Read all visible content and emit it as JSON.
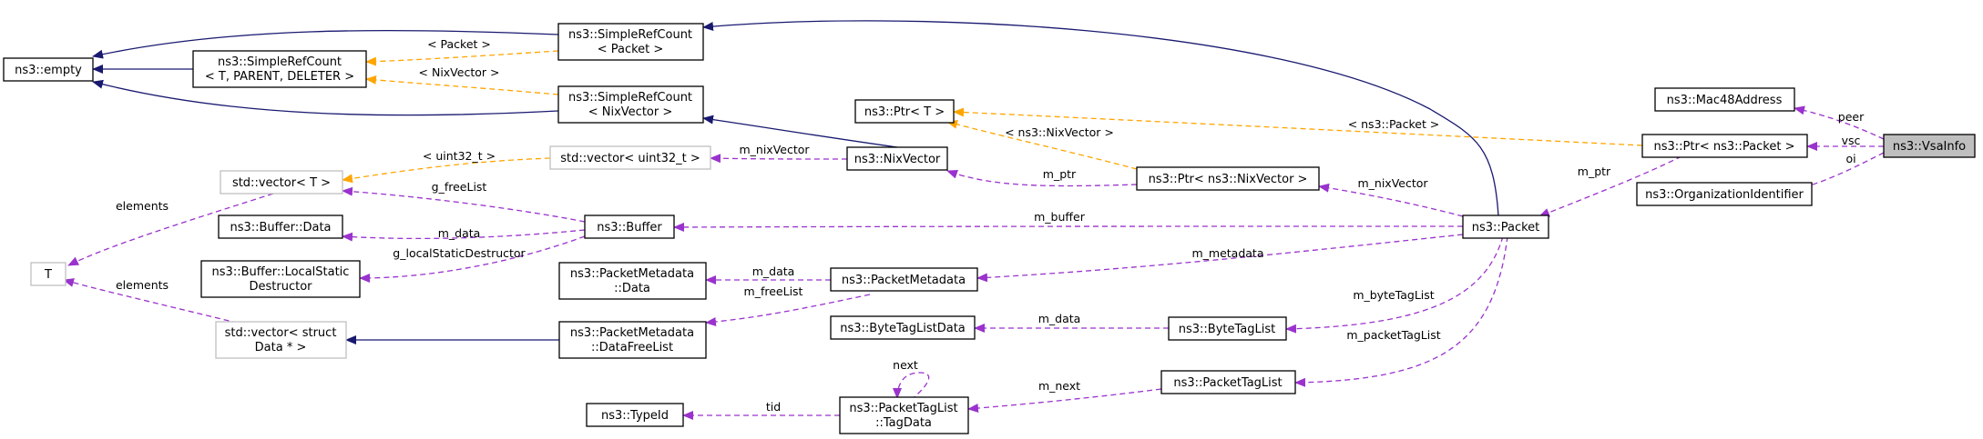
{
  "nodes": {
    "ns3_empty": "ns3::empty",
    "simplerefcount_tpd": [
      "ns3::SimpleRefCount",
      "< T, PARENT, DELETER >"
    ],
    "simplerefcount_packet": [
      "ns3::SimpleRefCount",
      "< Packet >"
    ],
    "simplerefcount_nixvector": [
      "ns3::SimpleRefCount",
      "< NixVector >"
    ],
    "std_vector_uint32": "std::vector< uint32_t >",
    "ns3_nixvector": "ns3::NixVector",
    "ns3_ptr_t": "ns3::Ptr< T >",
    "ns3_ptr_nixvector": "ns3::Ptr< ns3::NixVector >",
    "std_vector_t": "std::vector< T >",
    "t_param": "T",
    "ns3_buffer": "ns3::Buffer",
    "ns3_buffer_data": "ns3::Buffer::Data",
    "ns3_buffer_localstatic": [
      "ns3::Buffer::LocalStatic",
      "Destructor"
    ],
    "std_vector_struct_data": [
      "std::vector< struct",
      "Data * >"
    ],
    "ns3_packetmetadata_data": [
      "ns3::PacketMetadata",
      "::Data"
    ],
    "ns3_packetmetadata": "ns3::PacketMetadata",
    "ns3_packetmetadata_datafreelist": [
      "ns3::PacketMetadata",
      "::DataFreeList"
    ],
    "ns3_bytetaglistdata": "ns3::ByteTagListData",
    "ns3_bytetaglist": "ns3::ByteTagList",
    "ns3_typeid": "ns3::TypeId",
    "ns3_packettaglist_tagdata": [
      "ns3::PacketTagList",
      "::TagData"
    ],
    "ns3_packettaglist": "ns3::PacketTagList",
    "ns3_packet": "ns3::Packet",
    "ns3_ptr_packet": "ns3::Ptr< ns3::Packet >",
    "ns3_mac48address": "ns3::Mac48Address",
    "ns3_organizationidentifier": "ns3::OrganizationIdentifier",
    "ns3_vsainfo": "ns3::VsaInfo"
  },
  "edge_labels": {
    "packet_template": "< Packet >",
    "nixvector_template": "< NixVector >",
    "uint32_template": "< uint32_t >",
    "m_nixvector_1": "m_nixVector",
    "ns3_nixvector_template": "< ns3::NixVector >",
    "ns3_packet_template": "< ns3::Packet >",
    "m_ptr_1": "m_ptr",
    "m_nixvector_2": "m_nixVector",
    "elements_1": "elements",
    "g_freelist": "g_freeList",
    "m_data_1": "m_data",
    "m_buffer": "m_buffer",
    "g_localstatic": "g_localStaticDestructor",
    "elements_2": "elements",
    "m_data_2": "m_data",
    "m_freelist": "m_freeList",
    "m_metadata": "m_metadata",
    "m_bytetaglist": "m_byteTagList",
    "m_data_3": "m_data",
    "m_packettaglist": "m_packetTagList",
    "m_next": "m_next",
    "next": "next",
    "tid": "tid",
    "m_ptr_2": "m_ptr",
    "peer": "peer",
    "vsc": "vsc",
    "oi": "oi"
  },
  "colors": {
    "inheritance": "#191970",
    "template_instance": "#ffa500",
    "usage": "#9a32cd",
    "focus_fill": "#bfbfbf",
    "external_border": "#bfbfbf"
  }
}
